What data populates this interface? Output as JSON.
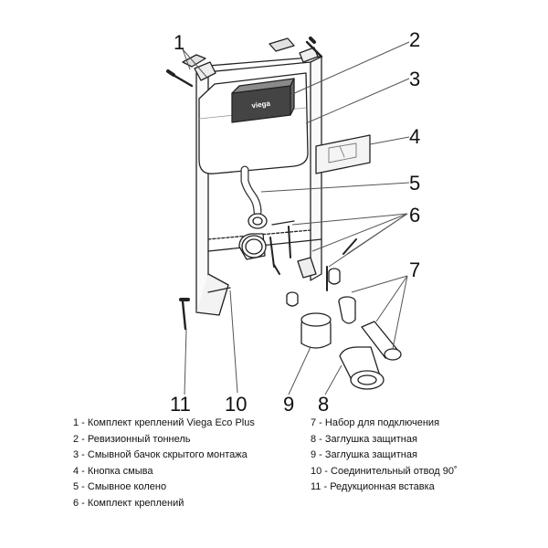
{
  "callouts": {
    "c1": "1",
    "c2": "2",
    "c3": "3",
    "c4": "4",
    "c5": "5",
    "c6": "6",
    "c7": "7",
    "c8": "8",
    "c9": "9",
    "c10": "10",
    "c11": "11"
  },
  "product": {
    "brand": "viega"
  },
  "legend": {
    "left": [
      "1 - Комплект креплений Viega Eco Plus",
      "2 - Ревизионный тоннель",
      "3 - Смывной бачок скрытого монтажа",
      "4 - Кнопка смыва",
      "5 - Смывное колено",
      "6 - Комплект креплений"
    ],
    "right": [
      "7 - Набор для подключения",
      "8 - Заглушка защитная",
      "9 - Заглушка защитная",
      "10 - Соединительный отвод 90˚",
      "11 - Редукционная вставка"
    ]
  }
}
